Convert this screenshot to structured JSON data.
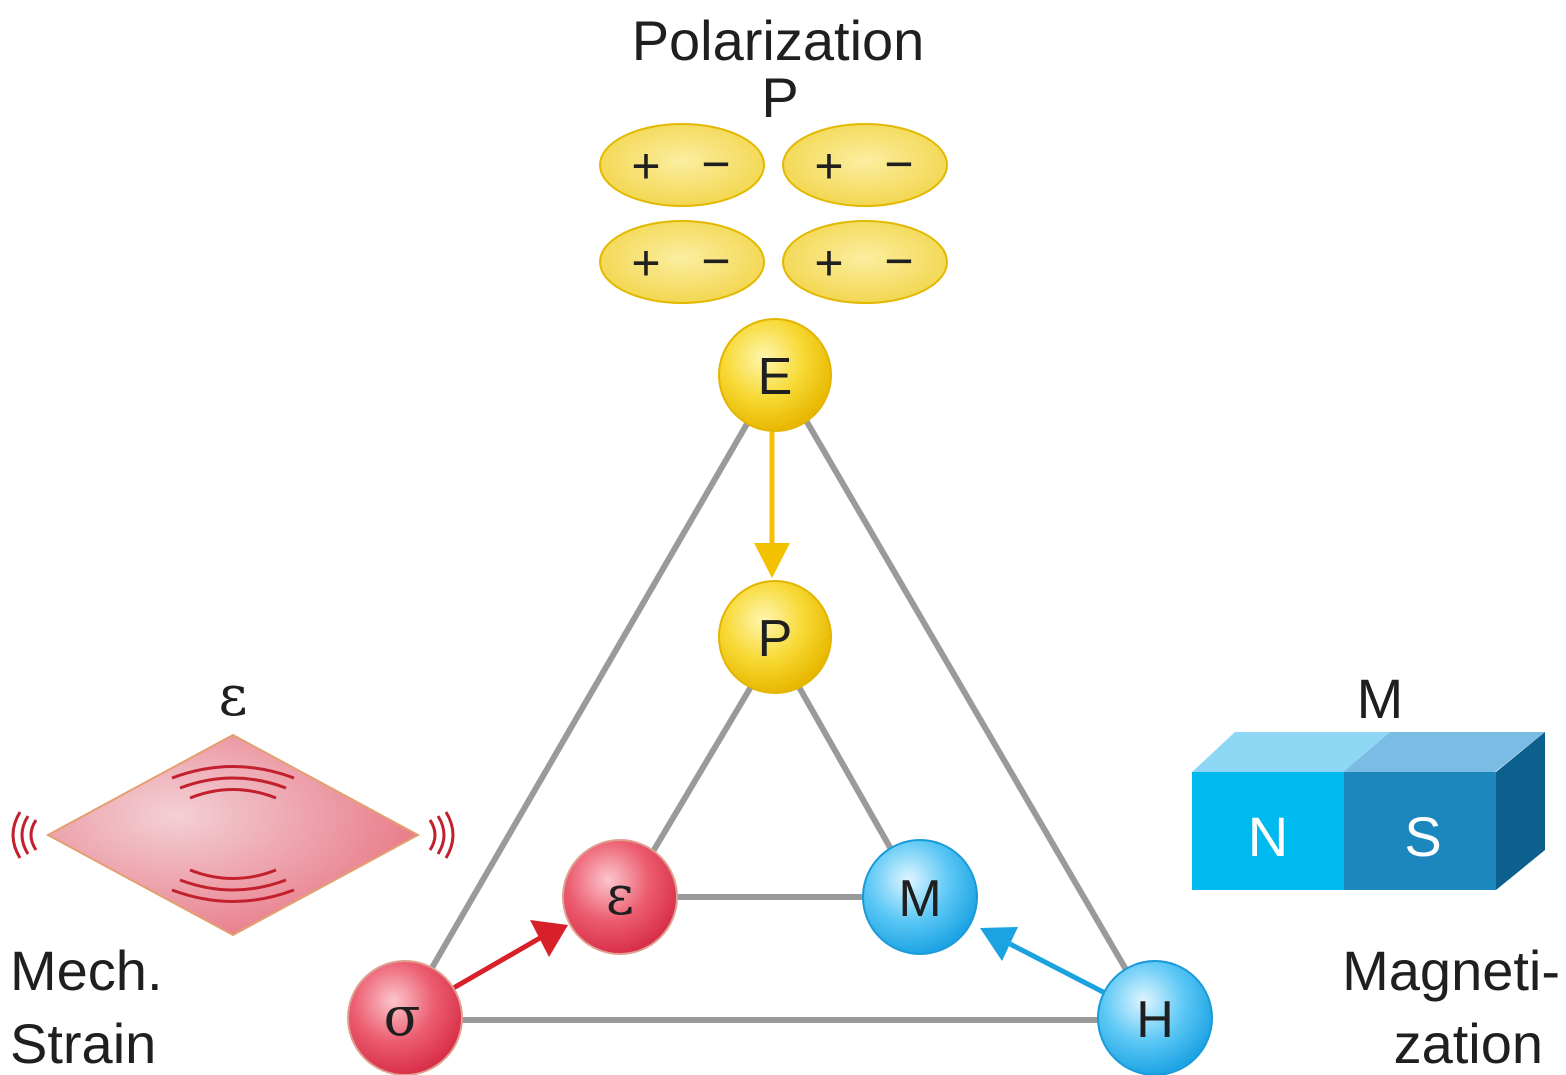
{
  "title": "Polarization",
  "title_symbol": "P",
  "dipole_sign_plus": "+",
  "dipole_sign_minus": "−",
  "nodes": {
    "E": "E",
    "P": "P",
    "epsilon": "ε",
    "M": "M",
    "sigma": "σ",
    "H": "H"
  },
  "strain": {
    "symbol": "ε",
    "line1": "Mech.",
    "line2": "Strain"
  },
  "magnet": {
    "symbol": "M",
    "north": "N",
    "south": "S",
    "line1": "Magneti-",
    "line2": "zation"
  },
  "colors": {
    "yellow": "#f5d020",
    "red": "#e8465a",
    "blue": "#3db8ef",
    "edge": "#9a9a9a",
    "arrow_yellow": "#f2c200",
    "arrow_red": "#d8202a",
    "arrow_blue": "#1aa3e0"
  }
}
